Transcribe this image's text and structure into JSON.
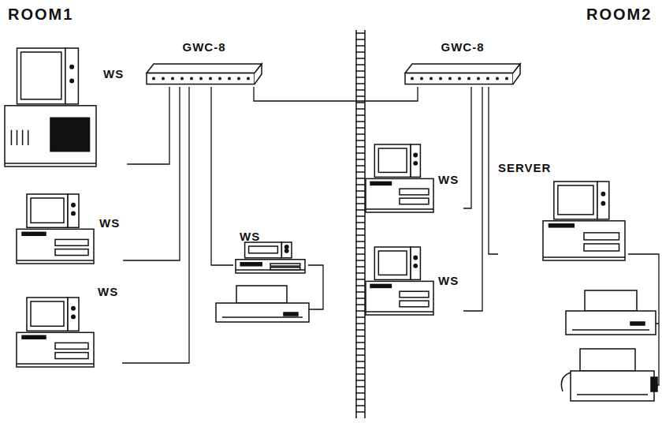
{
  "diagram": {
    "nodes": [
      {
        "text": [
          "GWC-8"
        ]
      },
      {
        "text": [
          "GWC-8"
        ]
      },
      {
        "text": [
          "WS"
        ]
      },
      {
        "text": [
          "WS"
        ]
      },
      {
        "text": [
          "WS"
        ]
      },
      {
        "text": [
          "WS"
        ]
      },
      {
        "text": [
          "WS"
        ]
      },
      {
        "text": [
          "WS"
        ]
      },
      {
        "text": [
          "SERVER"
        ]
      }
    ],
    "edges": [
      {
        "from": 0,
        "to": 2,
        "arrow": "none"
      },
      {
        "from": 0,
        "to": 3,
        "arrow": "none"
      },
      {
        "from": 0,
        "to": 4,
        "arrow": "none"
      },
      {
        "from": 0,
        "to": 5,
        "arrow": "none"
      },
      {
        "from": 0,
        "to": 1,
        "arrow": "none"
      },
      {
        "from": 1,
        "to": 6,
        "arrow": "none"
      },
      {
        "from": 1,
        "to": 7,
        "arrow": "none"
      },
      {
        "from": 1,
        "to": 8,
        "arrow": "none"
      }
    ],
    "labels": [
      "ROOM1",
      "ROOM2"
    ]
  }
}
